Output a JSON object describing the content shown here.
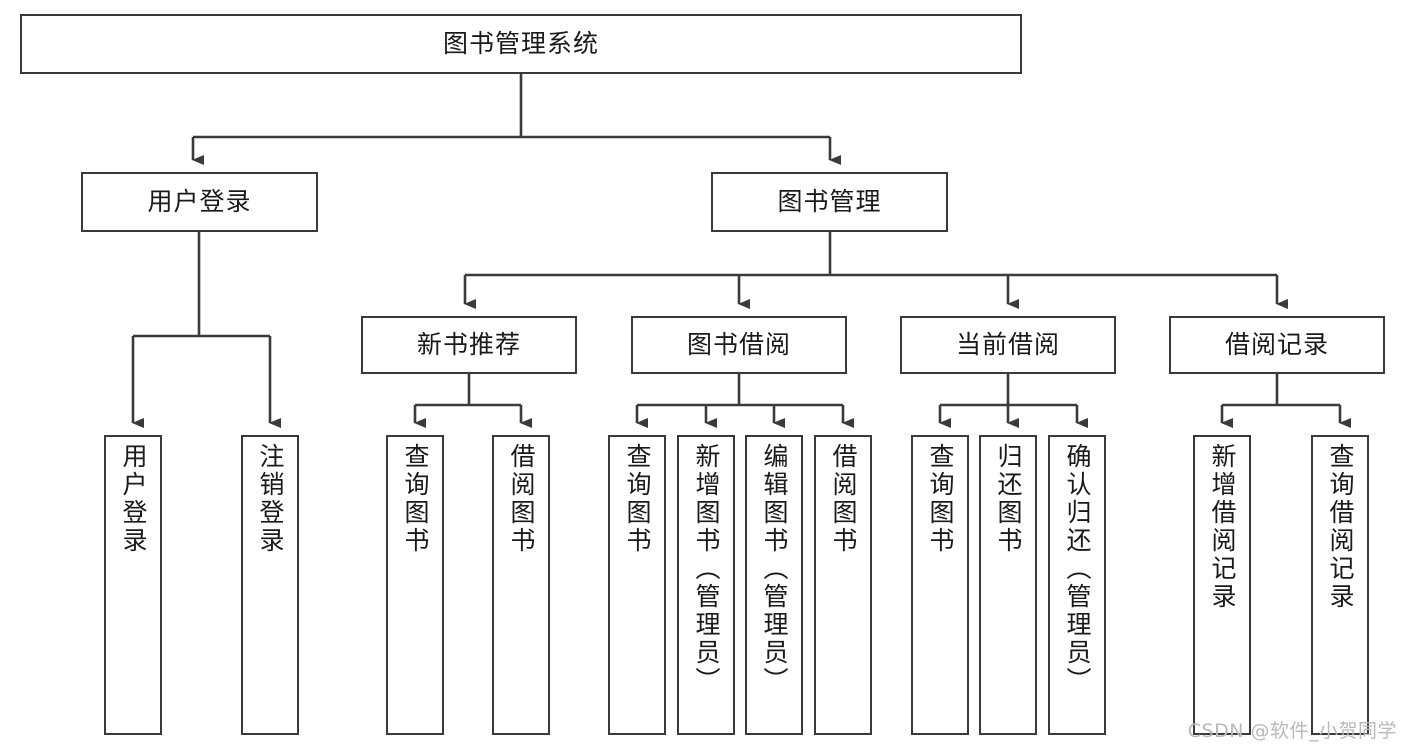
{
  "diagram": {
    "title": "图书管理系统",
    "watermark": "CSDN @软件_小贺同学",
    "stroke_color": "#3a3a3a",
    "fill_color": "#ffffff",
    "text_color": "#1a1a1a",
    "watermark_color": "#b9b9b9",
    "root": {
      "label": "图书管理系统"
    },
    "level2": [
      {
        "label": "用户登录"
      },
      {
        "label": "图书管理"
      }
    ],
    "level3": [
      {
        "label": "新书推荐"
      },
      {
        "label": "图书借阅"
      },
      {
        "label": "当前借阅"
      },
      {
        "label": "借阅记录"
      }
    ],
    "leaves": [
      {
        "label": "用户登录",
        "parent": "用户登录"
      },
      {
        "label": "注销登录",
        "parent": "用户登录"
      },
      {
        "label": "查询图书",
        "parent": "新书推荐"
      },
      {
        "label": "借阅图书",
        "parent": "新书推荐"
      },
      {
        "label": "查询图书",
        "parent": "图书借阅"
      },
      {
        "label": "新增图书（管理员）",
        "parent": "图书借阅"
      },
      {
        "label": "编辑图书（管理员）",
        "parent": "图书借阅"
      },
      {
        "label": "借阅图书",
        "parent": "图书借阅"
      },
      {
        "label": "查询图书",
        "parent": "当前借阅"
      },
      {
        "label": "归还图书",
        "parent": "当前借阅"
      },
      {
        "label": "确认归还（管理员）",
        "parent": "当前借阅"
      },
      {
        "label": "新增借阅记录",
        "parent": "借阅记录"
      },
      {
        "label": "查询借阅记录",
        "parent": "借阅记录"
      }
    ]
  }
}
